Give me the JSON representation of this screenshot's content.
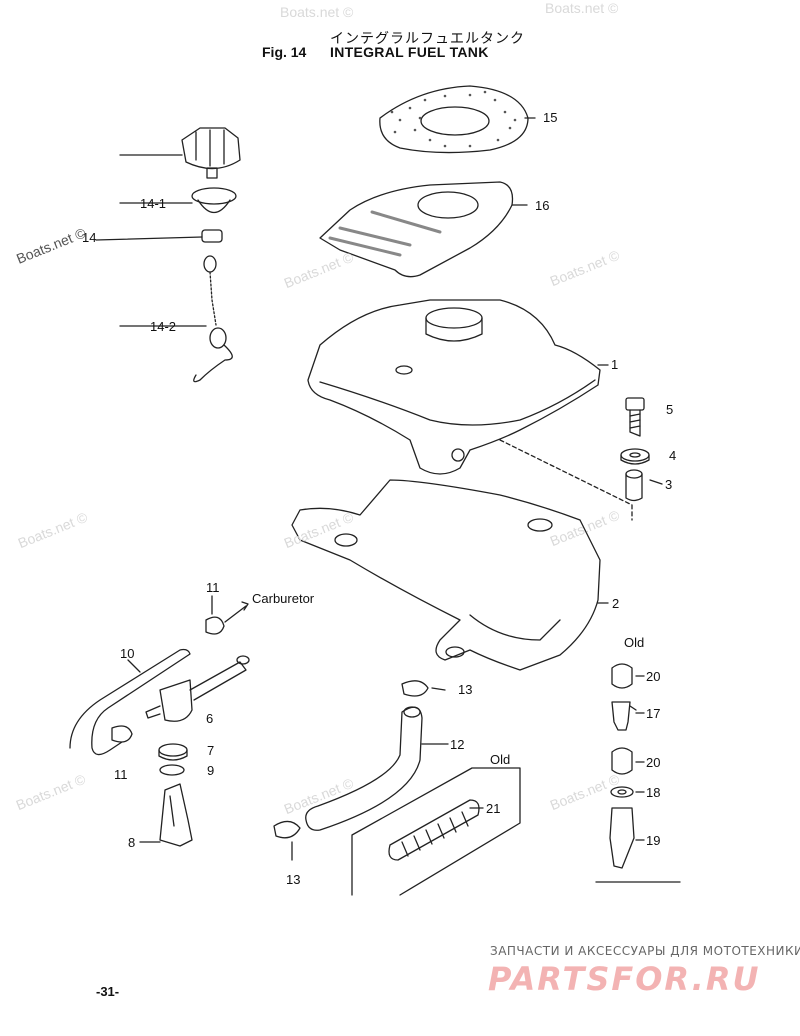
{
  "header": {
    "japanese_title": "インテグラルフュエルタンク",
    "figure_number": "Fig. 14",
    "title": "INTEGRAL FUEL TANK"
  },
  "part_labels": {
    "p1": "1",
    "p2": "2",
    "p3a": "3",
    "p4": "4",
    "p5": "5",
    "p6": "6",
    "p7": "7",
    "p8": "8",
    "p9": "9",
    "p10": "10",
    "p11a": "11",
    "p11b": "11",
    "p12": "12",
    "p13a": "13",
    "p13b": "13",
    "p14": "14",
    "p14_1": "14-1",
    "p14_2": "14-2",
    "p15": "15",
    "p16": "16",
    "p17": "17",
    "p18": "18",
    "p19": "19",
    "p20a": "20",
    "p20b": "20",
    "p21": "21"
  },
  "callouts": {
    "carburetor": "Carburetor",
    "old_right": "Old",
    "old_bottom": "Old"
  },
  "watermark": "Boats.net ©",
  "footer": {
    "page_number": "-31-",
    "ru_tagline": "ЗАПЧАСТИ И АКСЕССУАРЫ ДЛЯ МОТОТЕХНИКИ",
    "logo": "PARTSFOR.RU"
  }
}
